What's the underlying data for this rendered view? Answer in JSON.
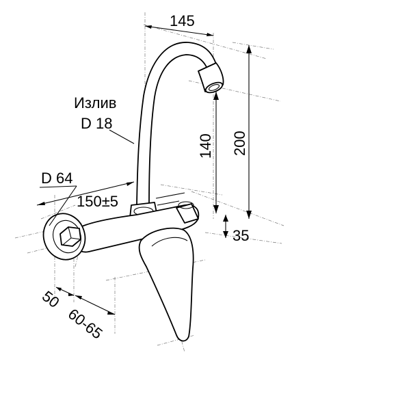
{
  "labels": {
    "spout_title": "Излив",
    "spout_diameter": "D 18",
    "flange_diameter": "D 64",
    "dim_145": "145",
    "dim_200": "200",
    "dim_140": "140",
    "dim_150": "150±5",
    "dim_35": "35",
    "dim_50": "50",
    "dim_60_65": "60-65"
  }
}
